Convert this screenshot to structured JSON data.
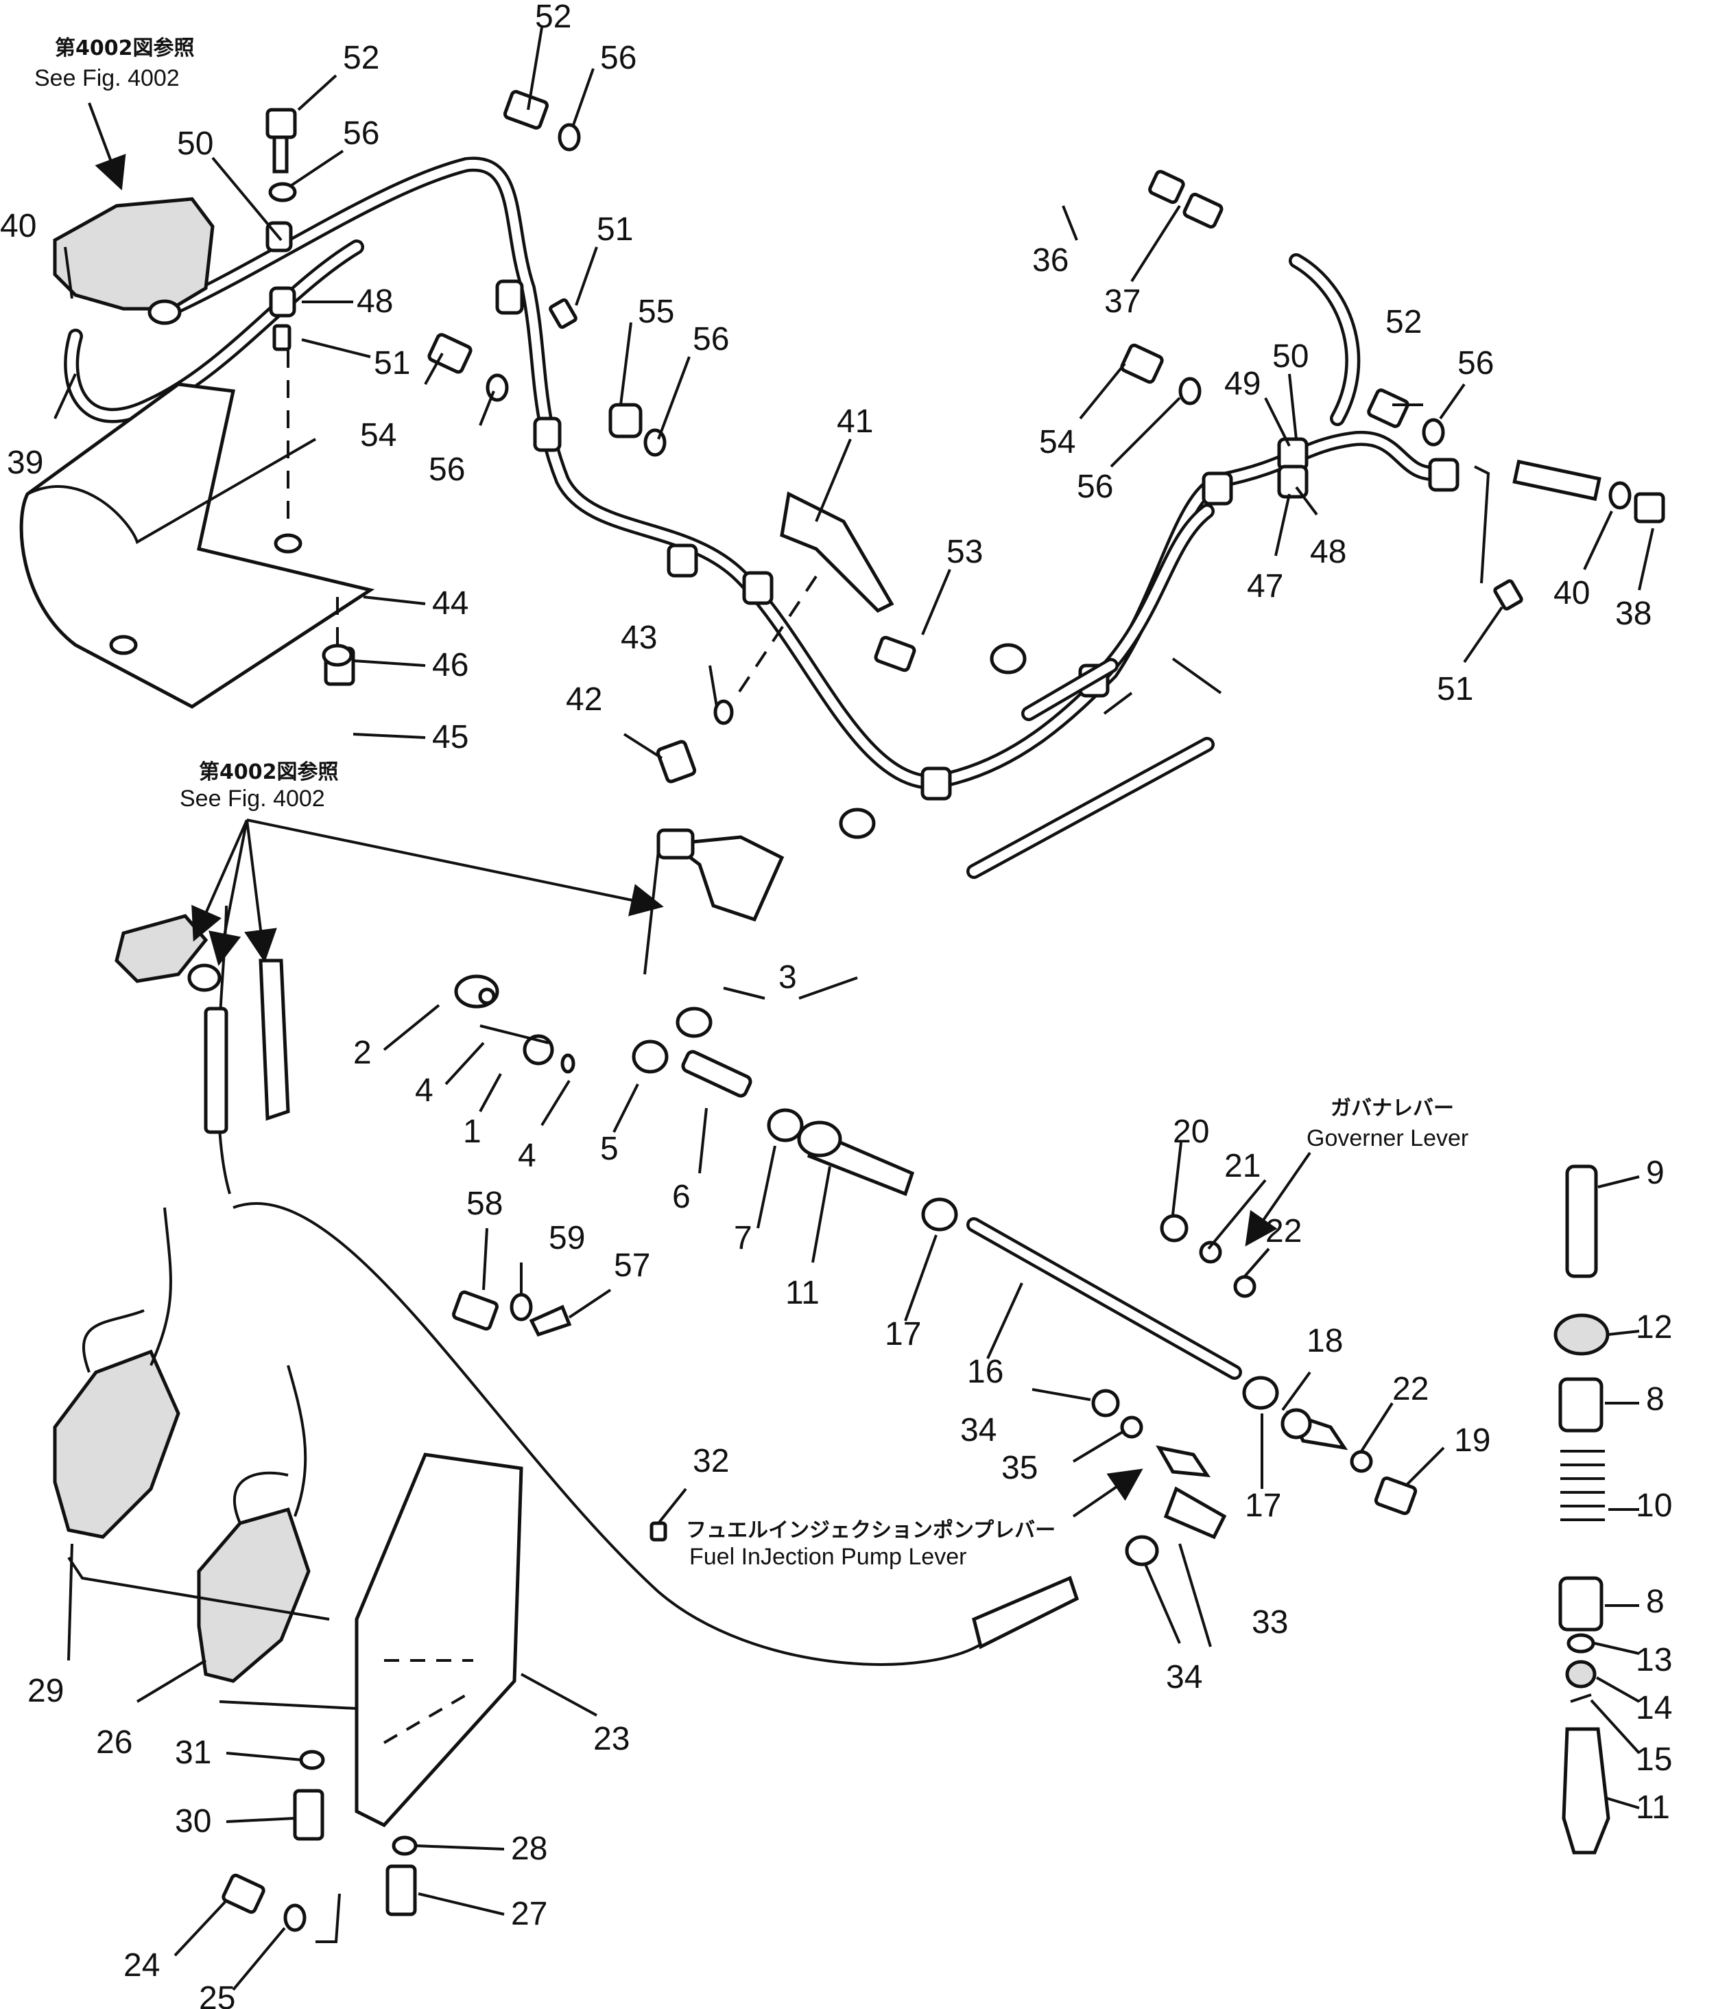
{
  "notes": {
    "see_fig_jp": "第4002図参照",
    "see_fig_en": "See Fig. 4002",
    "governor_jp": "ガバナレバー",
    "governor_en": "Governer Lever",
    "pump_jp": "フュエルインジェクションポンプレバー",
    "pump_en": "Fuel InJection Pump Lever"
  },
  "callouts": {
    "n1": "1",
    "n2": "2",
    "n3": "3",
    "n4": "4",
    "n5": "5",
    "n6": "6",
    "n7": "7",
    "n8": "8",
    "n9": "9",
    "n10": "10",
    "n11": "11",
    "n12": "12",
    "n13": "13",
    "n14": "14",
    "n15": "15",
    "n16": "16",
    "n17": "17",
    "n18": "18",
    "n19": "19",
    "n20": "20",
    "n21": "21",
    "n22": "22",
    "n23": "23",
    "n24": "24",
    "n25": "25",
    "n26": "26",
    "n27": "27",
    "n28": "28",
    "n29": "29",
    "n30": "30",
    "n31": "31",
    "n32": "32",
    "n33": "33",
    "n34": "34",
    "n35": "35",
    "n36": "36",
    "n37": "37",
    "n38": "38",
    "n39": "39",
    "n40": "40",
    "n41": "41",
    "n42": "42",
    "n43": "43",
    "n44": "44",
    "n45": "45",
    "n46": "46",
    "n47": "47",
    "n48": "48",
    "n49": "49",
    "n50": "50",
    "n51": "51",
    "n52": "52",
    "n53": "53",
    "n54": "54",
    "n55": "55",
    "n56": "56",
    "n57": "57",
    "n58": "58",
    "n59": "59"
  }
}
